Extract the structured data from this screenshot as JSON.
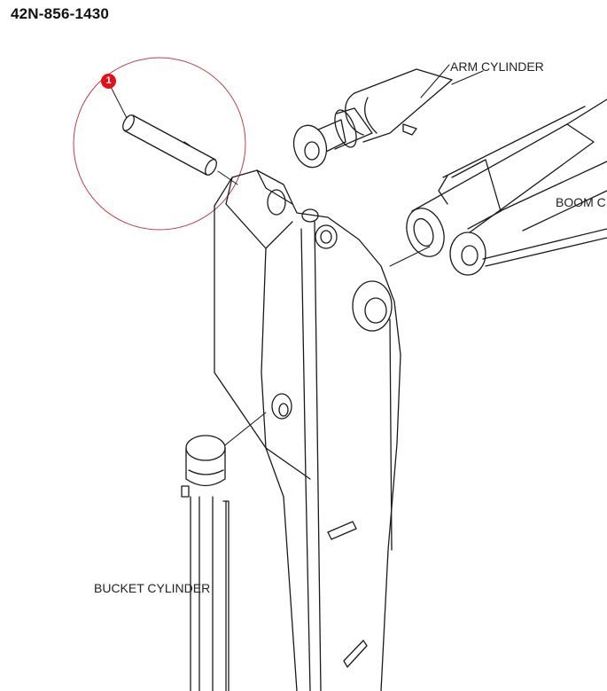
{
  "header": {
    "part_number": "42N-856-1430"
  },
  "labels": {
    "arm_cylinder": "ARM CYLINDER",
    "boom_cylinder": "BOOM C",
    "bucket_cylinder": "BUCKET CYLINDER"
  },
  "callout": {
    "number": "1",
    "color": "#e3101c"
  },
  "highlight_circle_color": "#c0404a"
}
